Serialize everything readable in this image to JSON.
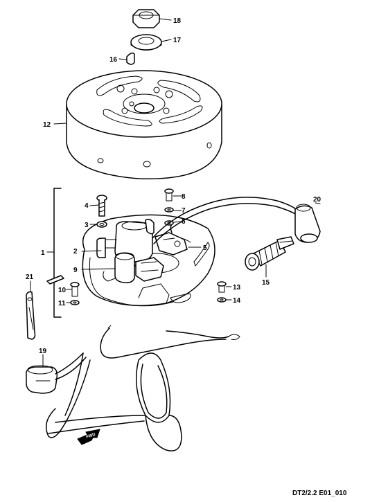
{
  "diagram": {
    "code": "DT2/2.2 E01_010",
    "fwd_label": "FWD",
    "callouts": [
      "1",
      "2",
      "3",
      "4",
      "5",
      "6",
      "7",
      "8",
      "9",
      "10",
      "11",
      "12",
      "13",
      "14",
      "15",
      "16",
      "17",
      "18",
      "19",
      "20",
      "21"
    ]
  }
}
